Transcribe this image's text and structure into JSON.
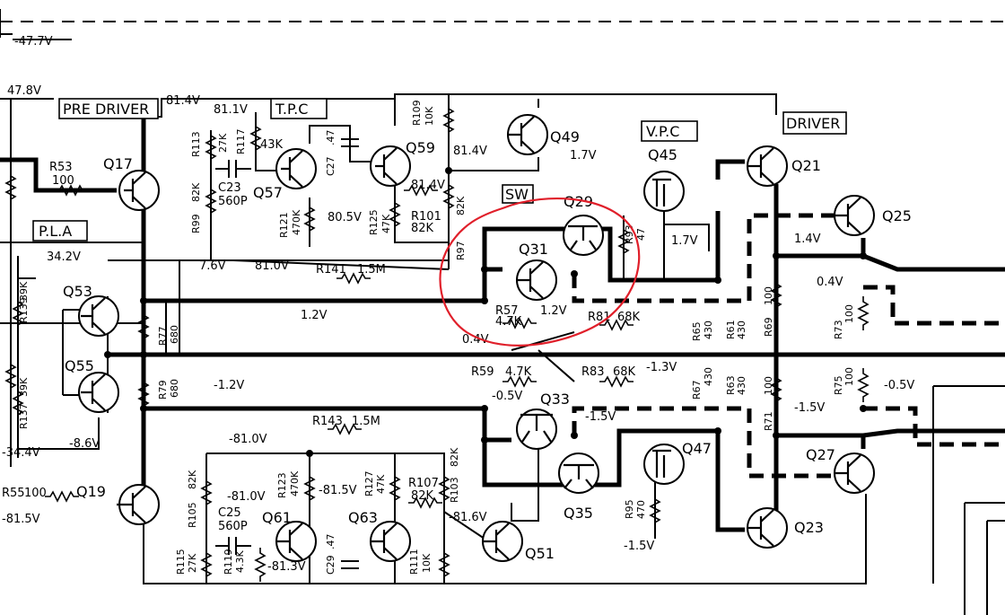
{
  "voltages": {
    "v_top": "-47.7V",
    "v_478": "47.8V",
    "v_814a": "81.4V",
    "v_811": "81.1V",
    "v_814b": "81.4V",
    "v_814c": "81.4V",
    "v_805": "80.5V",
    "v_17a": "1.7V",
    "v_17b": "1.7V",
    "v_14": "1.4V",
    "v_04a": "0.4V",
    "v_04b": "0.4V",
    "v_342": "34.2V",
    "v_76": "7.6V",
    "v_810a": "81.0V",
    "v_12a": "1.2V",
    "v_12b": "1.2V",
    "v_12c": "-1.2V",
    "v_13": "-1.3V",
    "v_05a": "-0.5V",
    "v_05b": "-0.5V",
    "v_15a": "-1.5V",
    "v_15b": "-1.5V",
    "v_15c": "-1.5V",
    "v_344": "-34.4V",
    "v_86": "-8.6V",
    "v_810b": "-81.0V",
    "v_810c": "-81.0V",
    "v_815a": "-81.5V",
    "v_815b": "-81.5V",
    "v_816": "-81.6V",
    "v_813": "-81.3V"
  },
  "blocks": {
    "pre_driver": "PRE DRIVER",
    "tpc": "T.P.C",
    "vpc": "V.P.C",
    "driver": "DRIVER",
    "pla": "P.L.A",
    "sw": "SW"
  },
  "transistors": {
    "q17": "Q17",
    "q19": "Q19",
    "q21": "Q21",
    "q23": "Q23",
    "q25": "Q25",
    "q27": "Q27",
    "q29": "Q29",
    "q31": "Q31",
    "q33": "Q33",
    "q35": "Q35",
    "q45": "Q45",
    "q47": "Q47",
    "q49": "Q49",
    "q51": "Q51",
    "q53": "Q53",
    "q55": "Q55",
    "q57": "Q57",
    "q59": "Q59",
    "q61": "Q61",
    "q63": "Q63"
  },
  "components": {
    "r53": "R53",
    "r53v": "100",
    "r113": "R113",
    "r117": "R117",
    "r117v": "43K",
    "r113v": "27K",
    "c23": "C23",
    "c23v": "560P",
    "r99": "R99",
    "r99v": "82K",
    "c27": "C27",
    "c27v": ".47",
    "r109": "R109",
    "r109v": "10K",
    "r121": "R121",
    "r121v": "470K",
    "r125": "R125",
    "r125v": "47K",
    "r101": "R101",
    "r101v": "82K",
    "r97": "R97",
    "r97v": "82K",
    "r93": "R93",
    "r93v": "47",
    "r141": "R141",
    "r141v": "1.5M",
    "r139": "R139",
    "r139v": "39K",
    "r137": "R137",
    "r137v": "39K",
    "r77": "R77",
    "r77v": "680",
    "r79": "R79",
    "r79v": "680",
    "r57": "R57",
    "r57v": "4.7K",
    "r81": "R81",
    "r81v": "68K",
    "r59": "R59",
    "r59v": "4.7K",
    "r83": "R83",
    "r83v": "68K",
    "r65": "R65",
    "r65v": "430",
    "r61": "R61",
    "r61v": "430",
    "r69": "R69",
    "r69v": "100",
    "r73": "R73",
    "r73v": "100",
    "r67": "R67",
    "r67v": "430",
    "r63": "R63",
    "r63v": "430",
    "r71": "R71",
    "r71v": "100",
    "r75": "R75",
    "r75v": "100",
    "r143": "R143",
    "r143v": "1.5M",
    "r55": "R55",
    "r55v": "100",
    "r105": "R105",
    "r105v": "82K",
    "c25": "C25",
    "c25v": "560P",
    "r123": "R123",
    "r123v": "470K",
    "r127": "R127",
    "r127v": "47K",
    "r107": "R107",
    "r107v": "82K",
    "r103": "R103",
    "r103v": "82K",
    "r115": "R115",
    "r115v": "27K",
    "r119": "R119",
    "r119v": "4.3K",
    "c29": "C29",
    "c29v": ".47",
    "r111": "R111",
    "r111v": "10K",
    "r95": "R95",
    "r95v": "470"
  },
  "colors": {
    "ink": "#000000",
    "annotation": "#e01f2a"
  }
}
